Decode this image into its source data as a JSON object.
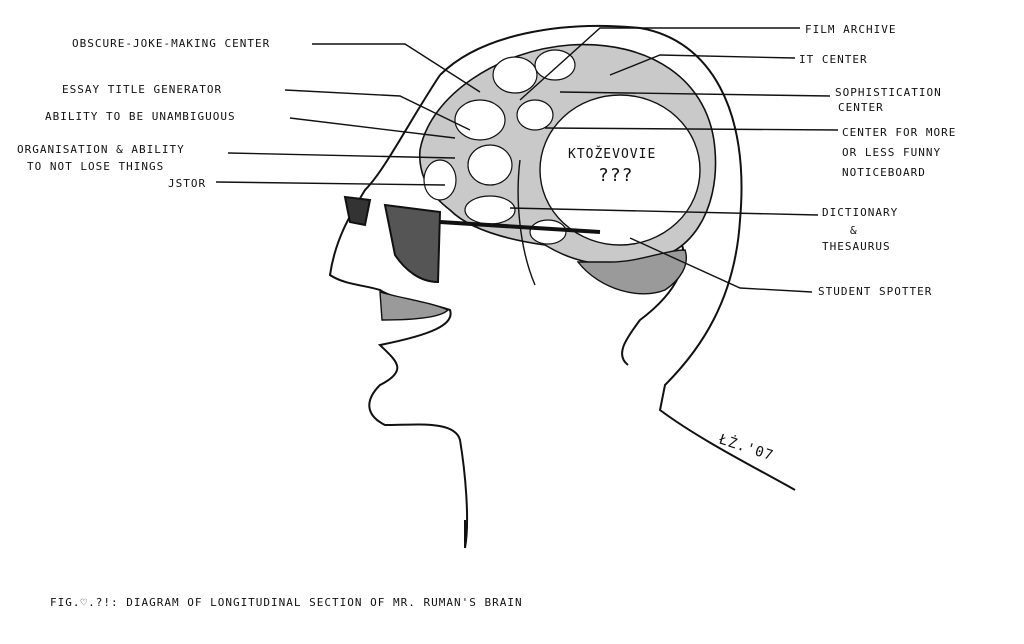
{
  "labels_left": [
    "Obscure-joke-making center",
    "Essay title generator",
    "Ability to be unambiguous",
    "Organisation & ability",
    "to not lose things",
    "JSTOR"
  ],
  "labels_right": [
    "Film archive",
    "IT center",
    "Sophistication",
    "center",
    "Center for more",
    "or less funny",
    "noticeboard",
    "Dictionary",
    "&",
    "Thesaurus",
    "Student spotter"
  ],
  "brain_text": {
    "name": "Ktoževovie",
    "marks": "???"
  },
  "signature": "ŁŻ.'07",
  "caption": "Fig.♡.?!: Diagram of longitudinal section of Mr. Ruman's brain",
  "colors": {
    "ink": "#111111",
    "shade": "#9a9a9a",
    "brain_fill": "#c9c9c9"
  }
}
